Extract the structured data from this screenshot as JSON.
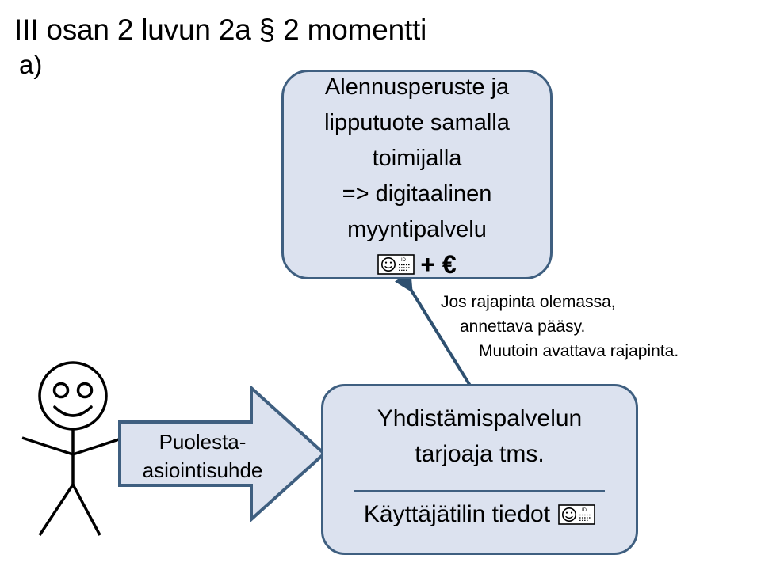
{
  "slide": {
    "title": "III osan 2 luvun 2a § 2 momentti",
    "sublabel": "a)"
  },
  "colors": {
    "box_fill": "#dce2ef",
    "box_border": "#3f5f80",
    "arrow_fill": "#dce2ef",
    "arrow_border": "#3f5f80",
    "text": "#000000",
    "background": "#ffffff"
  },
  "top_box": {
    "name": "service-provider-box",
    "lines": [
      "Alennusperuste  ja",
      "lipputuote  samalla",
      "toimijalla",
      "=> digitaalinen",
      "myyntipalvelu"
    ],
    "icon": "id-card-icon",
    "icon_suffix": "+ €"
  },
  "bottom_box": {
    "name": "aggregator-box",
    "lines": [
      "Yhdistämispalvelun",
      "tarjoaja tms."
    ],
    "divider": true,
    "footer_text": "Käyttäjätilin  tiedot",
    "icon": "id-card-icon"
  },
  "block_arrow": {
    "name": "representation-arrow",
    "label_lines": [
      "Puolesta-",
      "asiointisuhde"
    ],
    "direction": "right"
  },
  "connector_arrow": {
    "name": "api-access-connector",
    "direction": "up-left",
    "from": "aggregator-box",
    "to": "service-provider-box"
  },
  "annotation": {
    "name": "api-access-note",
    "lines": [
      "Jos rajapinta olemassa,",
      "annettava pääsy.",
      "Muutoin avattava rajapinta."
    ]
  },
  "stick_figure": {
    "name": "end-user-stick-figure",
    "expression": "smiling"
  }
}
